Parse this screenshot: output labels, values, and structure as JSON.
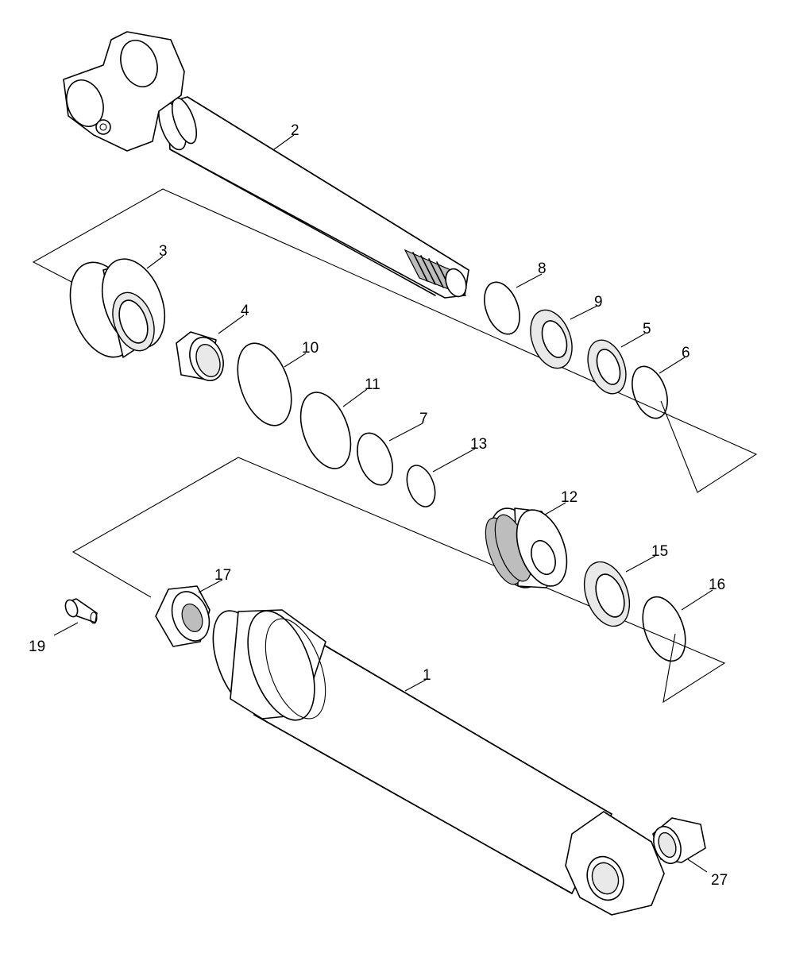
{
  "diagram": {
    "callouts": [
      {
        "id": "1",
        "text": "1"
      },
      {
        "id": "2",
        "text": "2"
      },
      {
        "id": "3",
        "text": "3"
      },
      {
        "id": "4",
        "text": "4"
      },
      {
        "id": "5",
        "text": "5"
      },
      {
        "id": "6",
        "text": "6"
      },
      {
        "id": "7",
        "text": "7"
      },
      {
        "id": "8",
        "text": "8"
      },
      {
        "id": "9",
        "text": "9"
      },
      {
        "id": "10",
        "text": "10"
      },
      {
        "id": "11",
        "text": "11"
      },
      {
        "id": "12",
        "text": "12"
      },
      {
        "id": "13",
        "text": "13"
      },
      {
        "id": "15",
        "text": "15"
      },
      {
        "id": "16",
        "text": "16"
      },
      {
        "id": "17",
        "text": "17"
      },
      {
        "id": "19",
        "text": "19"
      },
      {
        "id": "27",
        "text": "27"
      }
    ]
  }
}
